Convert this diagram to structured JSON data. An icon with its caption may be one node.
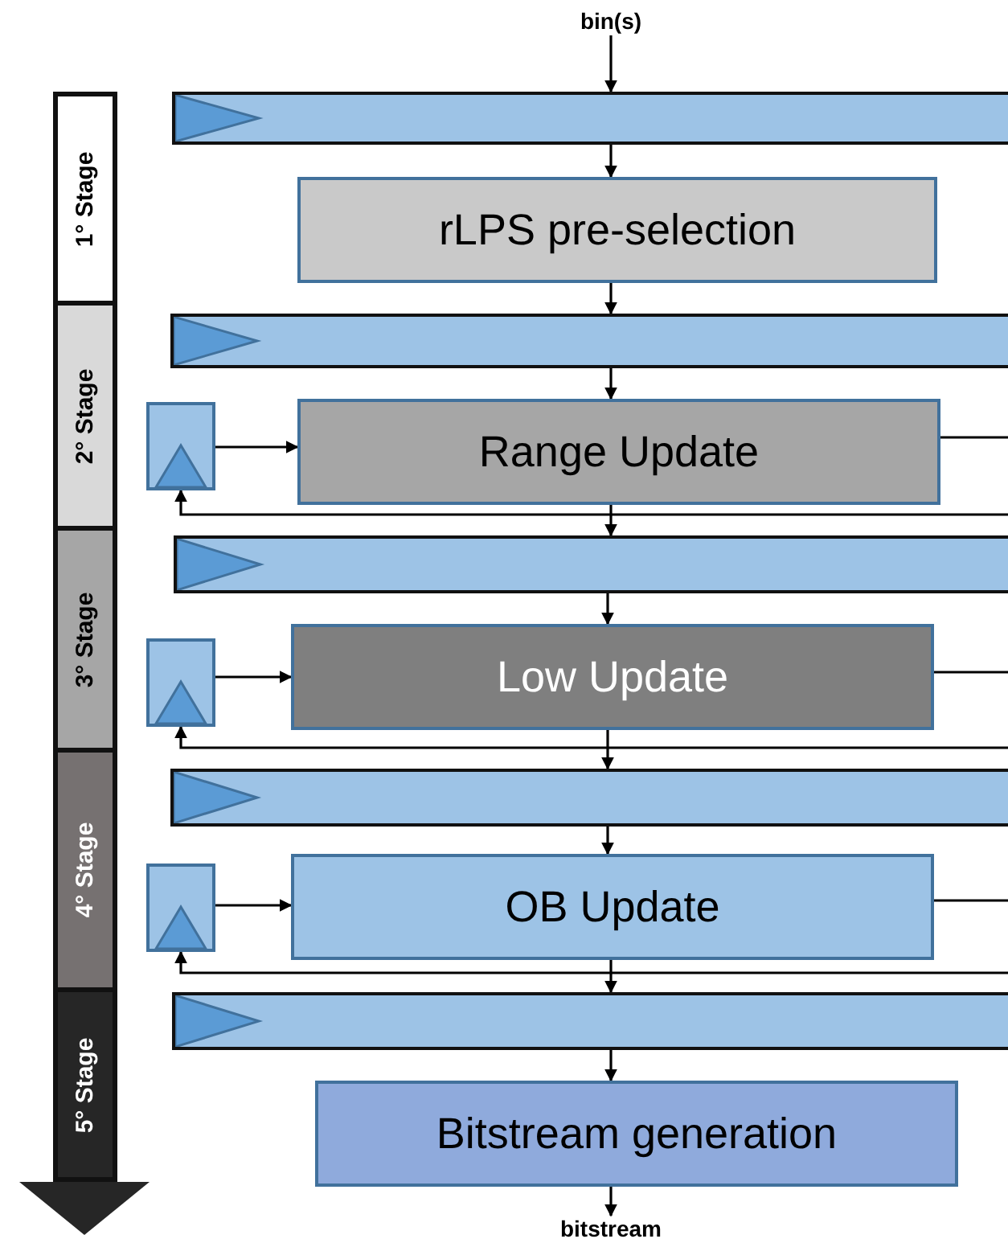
{
  "diagram": {
    "nodes": [
      {
        "text": [
          "bin(s)"
        ]
      },
      {
        "text": [],
        "shape": "bar"
      },
      {
        "text": [
          "rLPS pre-selection"
        ]
      },
      {
        "text": [],
        "shape": "bar"
      },
      {
        "text": [],
        "shape": "box"
      },
      {
        "text": [
          "Range Update"
        ]
      },
      {
        "text": [],
        "shape": "bar"
      },
      {
        "text": [],
        "shape": "box"
      },
      {
        "text": [
          "Low Update"
        ]
      },
      {
        "text": [],
        "shape": "bar"
      },
      {
        "text": [],
        "shape": "box"
      },
      {
        "text": [
          "OB Update"
        ]
      },
      {
        "text": [],
        "shape": "bar"
      },
      {
        "text": [
          "Bitstream generation"
        ]
      },
      {
        "text": [
          "bitstream"
        ]
      },
      {
        "text": [
          "1° Stage"
        ]
      },
      {
        "text": [
          "2° Stage"
        ]
      },
      {
        "text": [
          "3° Stage"
        ]
      },
      {
        "text": [
          "4° Stage"
        ]
      },
      {
        "text": [
          "5° Stage"
        ]
      }
    ],
    "edges": [
      {
        "from": 0,
        "to": 1,
        "arrow": "to"
      },
      {
        "from": 1,
        "to": 2,
        "arrow": "to"
      },
      {
        "from": 2,
        "to": 3,
        "arrow": "to"
      },
      {
        "from": 3,
        "to": 5,
        "arrow": "to"
      },
      {
        "from": 4,
        "to": 5,
        "arrow": "to"
      },
      {
        "from": 5,
        "to": 4,
        "arrow": "to"
      },
      {
        "from": 5,
        "to": 6,
        "arrow": "to"
      },
      {
        "from": 6,
        "to": 8,
        "arrow": "to"
      },
      {
        "from": 7,
        "to": 8,
        "arrow": "to"
      },
      {
        "from": 8,
        "to": 7,
        "arrow": "to"
      },
      {
        "from": 8,
        "to": 9,
        "arrow": "to"
      },
      {
        "from": 9,
        "to": 11,
        "arrow": "to"
      },
      {
        "from": 10,
        "to": 11,
        "arrow": "to"
      },
      {
        "from": 11,
        "to": 10,
        "arrow": "to"
      },
      {
        "from": 11,
        "to": 12,
        "arrow": "to"
      },
      {
        "from": 12,
        "to": 13,
        "arrow": "to"
      },
      {
        "from": 13,
        "to": 14,
        "arrow": "to"
      }
    ]
  }
}
